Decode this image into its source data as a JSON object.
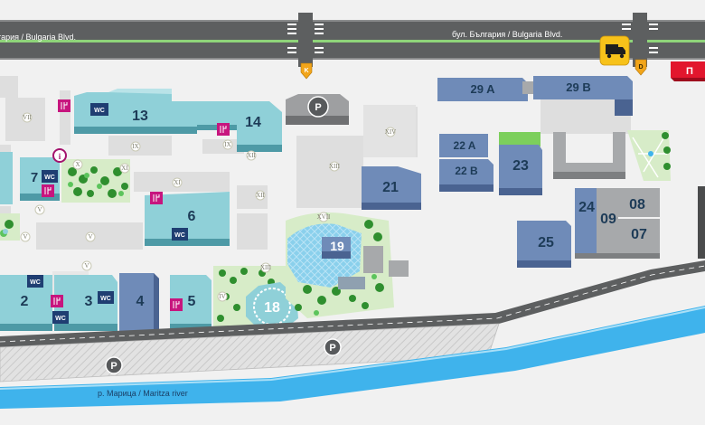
{
  "map": {
    "road_label_left": "гария / Bulgaria Blvd.",
    "road_label_right": "бул. България / Bulgaria Blvd.",
    "river_label": "р. Марица / Maritza river",
    "gate_k": "K",
    "gate_d": "D",
    "parking_symbol": "P",
    "red_sign": "П",
    "wc_label": "WC",
    "info_symbol": "i",
    "buildings": {
      "b2": "2",
      "b3": "3",
      "b4": "4",
      "b5": "5",
      "b6": "6",
      "b7": "7",
      "b13": "13",
      "b14": "14",
      "b18": "18",
      "b19": "19",
      "b21": "21",
      "b22a": "22 A",
      "b22b": "22 B",
      "b23": "23",
      "b24": "24",
      "b25": "25",
      "b29a": "29 A",
      "b29b": "29 B",
      "b07": "07",
      "b08": "08",
      "b09": "09"
    },
    "roman": {
      "r1": "VII",
      "r2": "IX",
      "r3": "IX",
      "r4": "XI",
      "r5": "XI",
      "r6": "XII",
      "r7": "XII",
      "r8": "XIII",
      "r9": "XIV",
      "r10": "XVII",
      "r11": "XIII",
      "r12": "IV",
      "r13": "V",
      "r14": "V",
      "r15": "V",
      "r16": "V",
      "r17": "X"
    }
  },
  "colors": {
    "road": "#5f6061",
    "road_green": "#8fd47a",
    "ground": "#f1f1f1",
    "plot": "#dfdfdf",
    "teal_building": "#8fd0d8",
    "blue_building": "#6f8bb8",
    "grey_building": "#a7a9ab",
    "green": "#3aa33a",
    "river": "#3fb3ec",
    "food_icon": "#c7157e",
    "wc_icon": "#1f3e72",
    "gate_icon": "#f2a51a",
    "red_sign": "#e2162d"
  }
}
